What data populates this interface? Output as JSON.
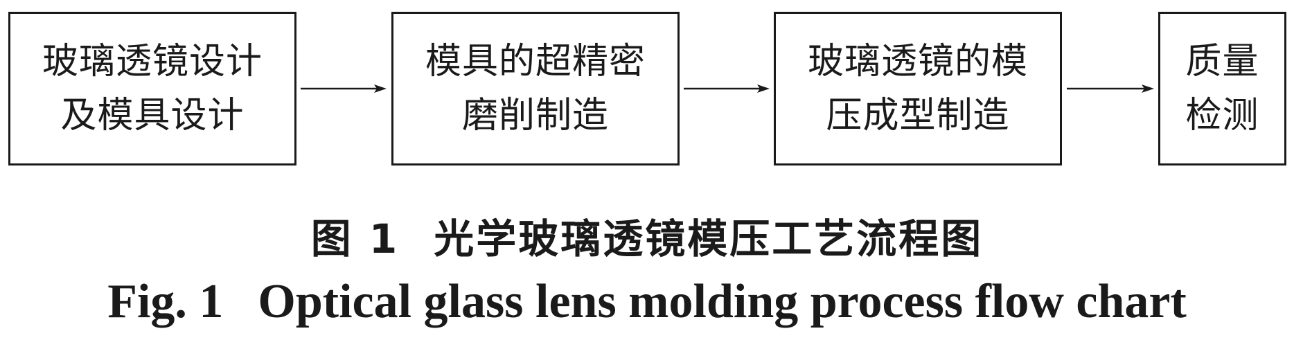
{
  "steps": [
    {
      "line1": "玻璃透镜设计",
      "line2": "及模具设计"
    },
    {
      "line1": "模具的超精密",
      "line2": "磨削制造"
    },
    {
      "line1": "玻璃透镜的模",
      "line2": "压成型制造"
    },
    {
      "line1": "质量",
      "line2": "检测"
    }
  ],
  "caption": {
    "zh_number": "图 1",
    "zh_text": "光学玻璃透镜模压工艺流程图",
    "en_number": "Fig. 1",
    "en_text": "Optical glass lens molding process flow chart"
  }
}
